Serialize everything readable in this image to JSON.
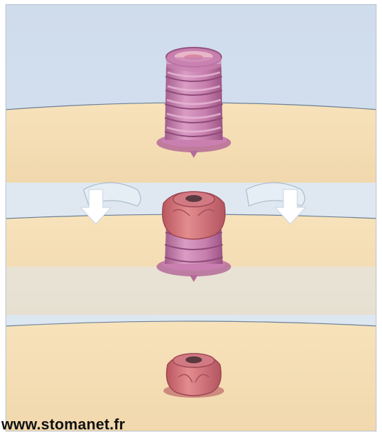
{
  "illustration": {
    "steps": [
      {
        "stage": 1,
        "state": "long protruding stoma"
      },
      {
        "stage": 2,
        "state": "stoma being shortened (everted)"
      },
      {
        "stage": 3,
        "state": "short stoma"
      }
    ],
    "colors": {
      "sky": "#d7e3ef",
      "skin": "#f6dfb6",
      "stoma_ring": "#cc88b4",
      "stoma_dark": "#a9628f",
      "stoma_red": "#c56a73",
      "arrow": "#ffffff"
    },
    "icons": [
      "stoma-icon",
      "arrow-down-icon"
    ]
  },
  "watermark": {
    "text": "www.stomanet.fr"
  }
}
